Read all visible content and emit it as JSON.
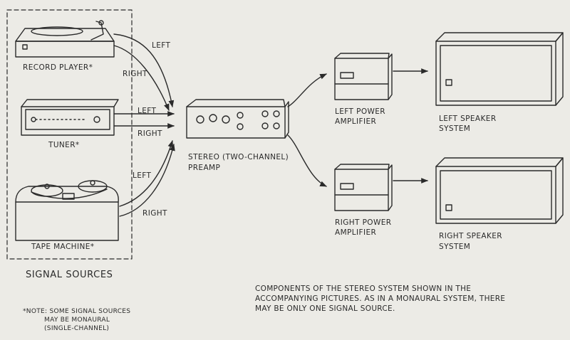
{
  "sources": {
    "record_player": "RECORD PLAYER*",
    "tuner": "TUNER*",
    "tape_machine": "TAPE MACHINE*",
    "group_label": "SIGNAL SOURCES"
  },
  "channels": {
    "rp_left": "LEFT",
    "rp_right": "RIGHT",
    "tuner_left": "LEFT",
    "tuner_right": "RIGHT",
    "tape_left": "LEFT",
    "tape_right": "RIGHT"
  },
  "preamp": {
    "line1": "STEREO (TWO-CHANNEL)",
    "line2": "PREAMP"
  },
  "left_amp": {
    "line1": "LEFT POWER",
    "line2": "AMPLIFIER"
  },
  "right_amp": {
    "line1": "RIGHT POWER",
    "line2": "AMPLIFIER"
  },
  "left_speaker": {
    "line1": "LEFT SPEAKER",
    "line2": "SYSTEM"
  },
  "right_speaker": {
    "line1": "RIGHT SPEAKER",
    "line2": "SYSTEM"
  },
  "note": {
    "line1": "*NOTE:  SOME SIGNAL SOURCES",
    "line2": "MAY BE MONAURAL",
    "line3": "(SINGLE-CHANNEL)"
  },
  "caption": {
    "line1": "COMPONENTS OF THE STEREO SYSTEM SHOWN IN THE",
    "line2": "ACCOMPANYING PICTURES. AS IN A MONAURAL SYSTEM, THERE",
    "line3": "MAY BE ONLY ONE SIGNAL SOURCE."
  },
  "colors": {
    "ink": "#2a2a2a",
    "paper": "#ecebe6"
  }
}
